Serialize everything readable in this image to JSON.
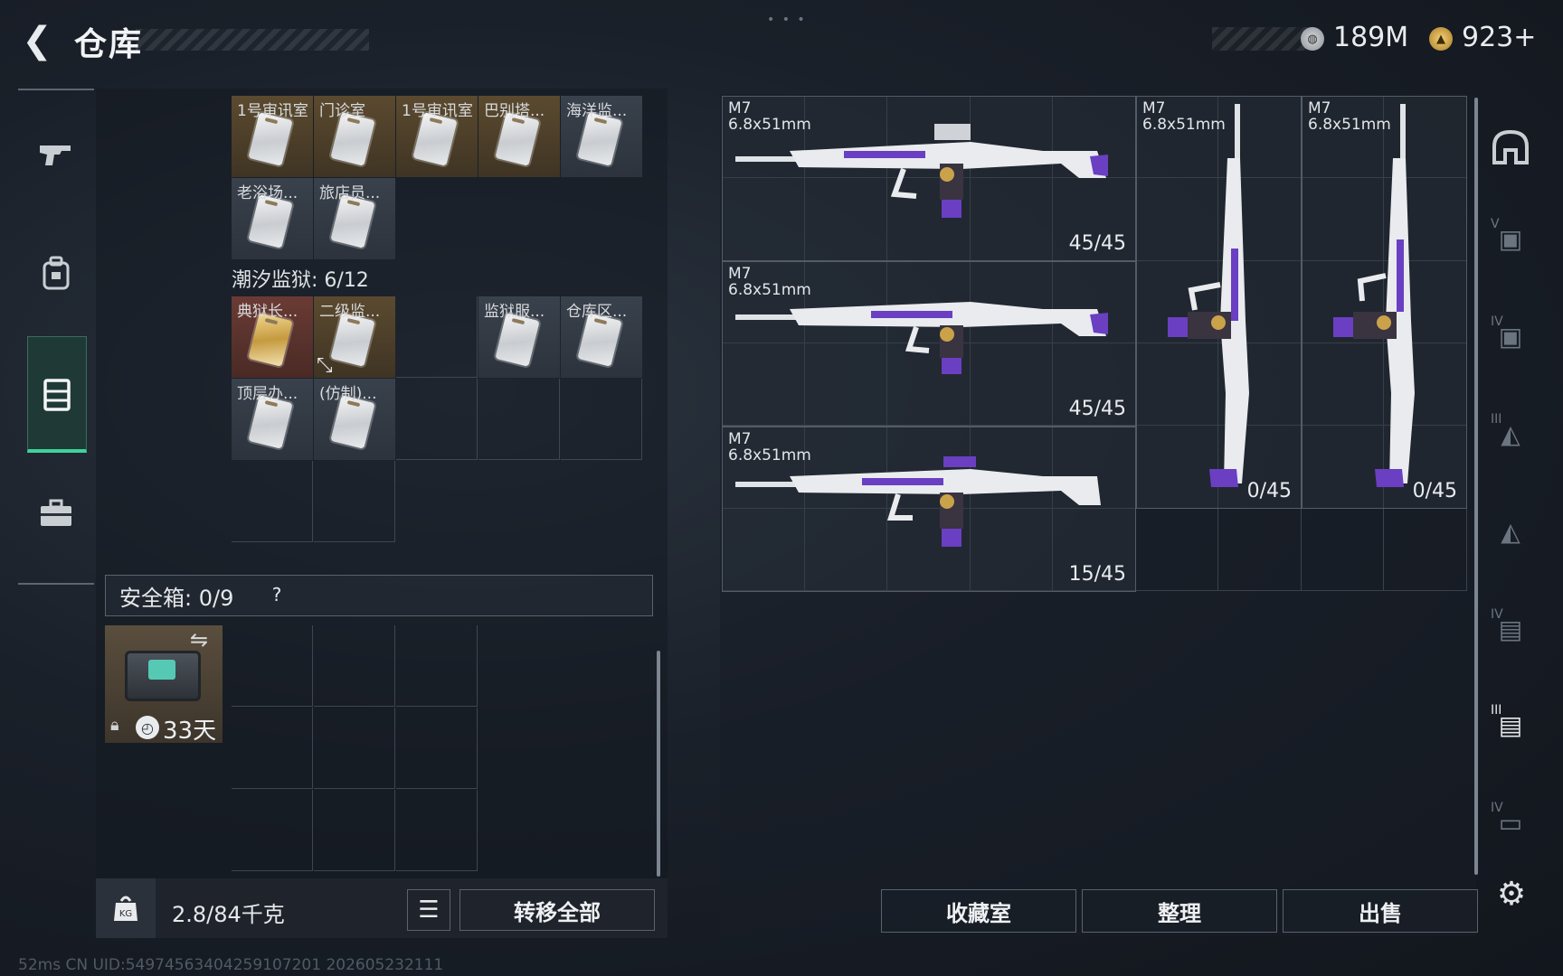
{
  "header": {
    "title": "仓库",
    "currency1_value": "189M",
    "currency2_value": "923+"
  },
  "backpack": {
    "cards_row1": [
      "1号审讯室",
      "门诊室",
      "1号审讯室",
      "巴别塔...",
      "海洋监..."
    ],
    "cards_row2": [
      "老浴场...",
      "旅店员..."
    ],
    "section_label": "潮汐监狱: 6/12",
    "cards_row3": [
      "典狱长...",
      "二级监...",
      "",
      "监狱服...",
      "仓库区..."
    ],
    "cards_row4": [
      "顶层办...",
      "(仿制)..."
    ]
  },
  "safe": {
    "label": "安全箱: 0/9",
    "help": "?",
    "days": "33天"
  },
  "bottom_left": {
    "weight": "2.8/84千克",
    "transfer_all": "转移全部"
  },
  "status": {
    "text": "52ms     CN UID:5497456340425910720​1 202605232111"
  },
  "stash": {
    "weapons": [
      {
        "name": "M7\n6.8x51mm",
        "ammo": "45/45"
      },
      {
        "name": "M7\n6.8x51mm",
        "ammo": "45/45"
      },
      {
        "name": "M7\n6.8x51mm",
        "ammo": "15/45"
      },
      {
        "name": "M7\n6.8x51mm",
        "ammo": "0/45"
      },
      {
        "name": "M7\n6.8x51mm",
        "ammo": "0/45"
      }
    ]
  },
  "bottom_right": {
    "collection": "收藏室",
    "organize": "整理",
    "sell": "出售"
  },
  "filters": [
    "V",
    "IV",
    "III",
    "IV",
    "III",
    "IV"
  ],
  "colors": {
    "accent_green": "#3fd29a",
    "weapon_purple": "#6a3fc2",
    "gold_card": "#5b4a2f"
  }
}
